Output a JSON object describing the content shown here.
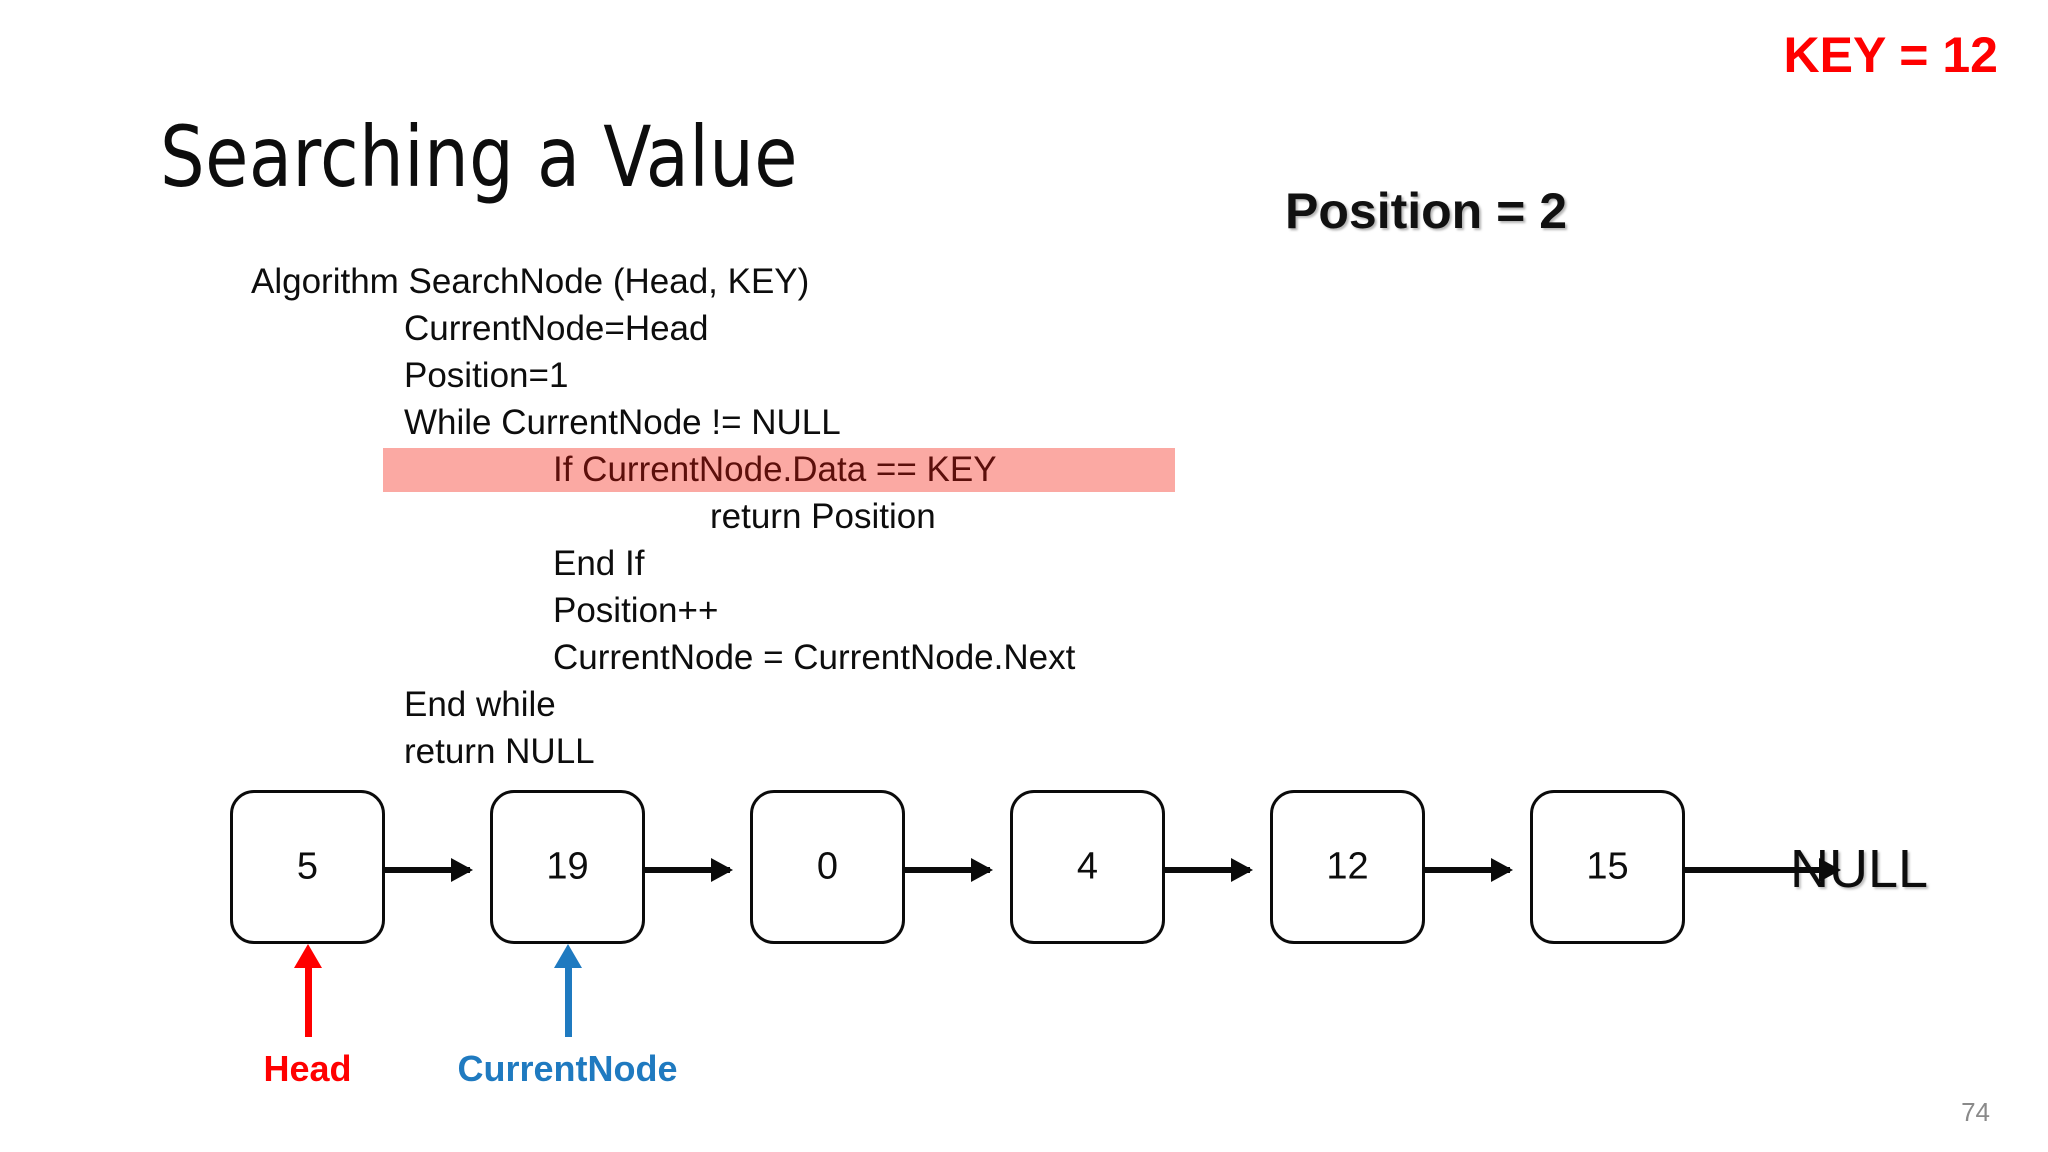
{
  "slide": {
    "title": "Searching a Value",
    "page_number": "74",
    "background_color": "#ffffff"
  },
  "badges": {
    "key": {
      "text": "KEY = 12",
      "color": "#ff0000"
    },
    "position": {
      "text": "Position = 2",
      "color": "#111111"
    }
  },
  "algorithm": {
    "lines": [
      {
        "text": "Algorithm SearchNode (Head, KEY)",
        "indent": 0,
        "highlighted": false
      },
      {
        "text": "CurrentNode=Head",
        "indent": 1,
        "highlighted": false
      },
      {
        "text": "Position=1",
        "indent": 1,
        "highlighted": false
      },
      {
        "text": "While CurrentNode != NULL",
        "indent": 1,
        "highlighted": false
      },
      {
        "text": "If CurrentNode.Data == KEY",
        "indent": 2,
        "highlighted": true
      },
      {
        "text": "return Position",
        "indent": 3,
        "highlighted": false
      },
      {
        "text": "End If",
        "indent": 2,
        "highlighted": false
      },
      {
        "text": "Position++",
        "indent": 2,
        "highlighted": false
      },
      {
        "text": "CurrentNode = CurrentNode.Next",
        "indent": 2,
        "highlighted": false
      },
      {
        "text": "End while",
        "indent": 1,
        "highlighted": false
      },
      {
        "text": "return NULL",
        "indent": 1,
        "highlighted": false
      }
    ],
    "highlight_color": "#fba9a3",
    "highlight_text_color": "#5c0f0b"
  },
  "linked_list": {
    "nodes": [
      {
        "value": "5"
      },
      {
        "value": "19"
      },
      {
        "value": "0"
      },
      {
        "value": "4"
      },
      {
        "value": "12"
      },
      {
        "value": "15"
      }
    ],
    "terminator": "NULL"
  },
  "pointers": [
    {
      "label": "Head",
      "color": "#ff0000",
      "target_node_index": 0
    },
    {
      "label": "CurrentNode",
      "color": "#1f7ac0",
      "target_node_index": 1
    }
  ]
}
